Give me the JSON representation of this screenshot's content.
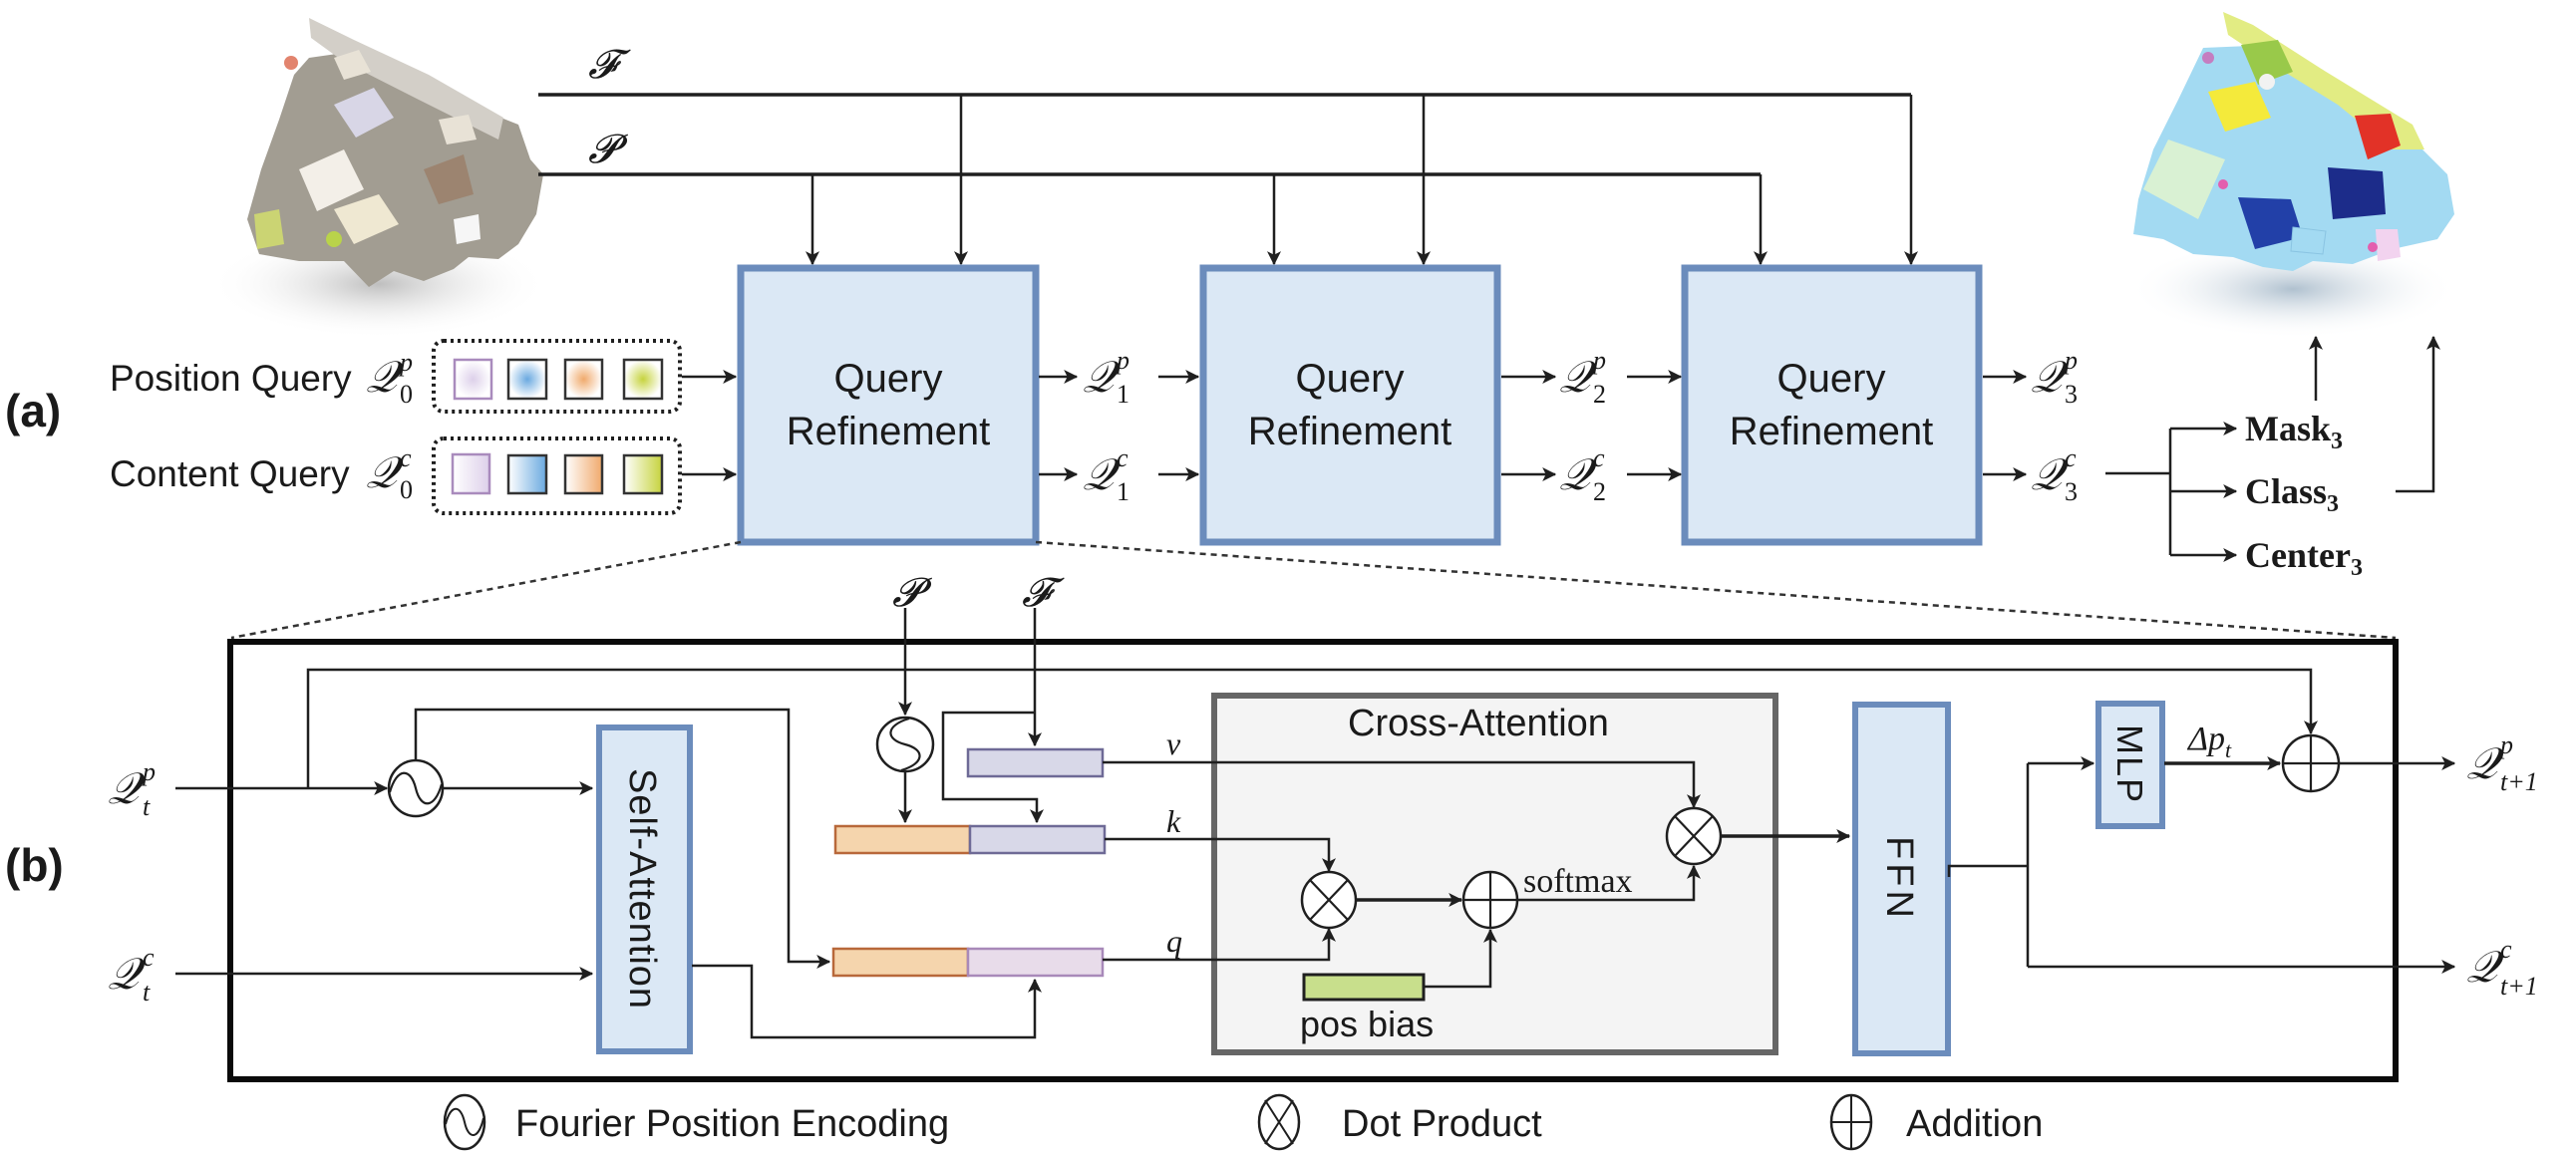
{
  "panels": {
    "a": {
      "label": "(a)"
    },
    "b": {
      "label": "(b)"
    }
  },
  "inputs": {
    "features": "𝓕",
    "points": "𝓟"
  },
  "queries": {
    "position": {
      "label": "Position Query",
      "symbol": "𝒬",
      "sup": "p",
      "sub": "0",
      "colors": [
        "#e6dcef",
        "#7fb3e3",
        "#f2b27a",
        "#c9d54a"
      ],
      "first_border": "#a98bbd"
    },
    "content": {
      "label": "Content Query",
      "symbol": "𝒬",
      "sup": "c",
      "sub": "0",
      "colors": [
        "#e6dcef",
        "#7fb3e3",
        "#f2b27a",
        "#c9d54a"
      ],
      "first_border": "#a98bbd"
    }
  },
  "refinement_blocks": [
    {
      "line1": "Query",
      "line2": "Refinement",
      "out_p": {
        "sym": "𝒬",
        "sup": "p",
        "sub": "1"
      },
      "out_c": {
        "sym": "𝒬",
        "sup": "c",
        "sub": "1"
      }
    },
    {
      "line1": "Query",
      "line2": "Refinement",
      "out_p": {
        "sym": "𝒬",
        "sup": "p",
        "sub": "2"
      },
      "out_c": {
        "sym": "𝒬",
        "sup": "c",
        "sub": "2"
      }
    },
    {
      "line1": "Query",
      "line2": "Refinement",
      "out_p": {
        "sym": "𝒬",
        "sup": "p",
        "sub": "3"
      },
      "out_c": {
        "sym": "𝒬",
        "sup": "c",
        "sub": "3"
      }
    }
  ],
  "outputs": [
    {
      "name": "Mask",
      "sub": "3"
    },
    {
      "name": "Class",
      "sub": "3"
    },
    {
      "name": "Center",
      "sub": "3"
    }
  ],
  "detail": {
    "input_p": {
      "sym": "𝒬",
      "sup": "p",
      "sub": "t"
    },
    "input_c": {
      "sym": "𝒬",
      "sup": "c",
      "sub": "t"
    },
    "self_attention": "Self-Attention",
    "cross_attention": "Cross-Attention",
    "ffn": "FFN",
    "mlp": "MLP",
    "v_label": "v",
    "k_label": "k",
    "q_label": "q",
    "softmax": "softmax",
    "pos_bias": "pos bias",
    "delta": "Δp",
    "delta_sub": "t",
    "output_p": {
      "sym": "𝒬",
      "sup": "p",
      "sub": "t+1"
    },
    "output_c": {
      "sym": "𝒬",
      "sup": "c",
      "sub": "t+1"
    },
    "p_input": "𝓟",
    "f_input": "𝓕"
  },
  "legend": [
    {
      "icon": "fourier-icon",
      "label": "Fourier Position Encoding"
    },
    {
      "icon": "dot-product-icon",
      "label": "Dot Product"
    },
    {
      "icon": "addition-icon",
      "label": "Addition"
    }
  ],
  "colors": {
    "block_fill": "#dbe8f5",
    "block_border": "#6b8cbc",
    "pos_feature_fill": "#f5d5ad",
    "pos_feature_border": "#b8683a",
    "kv_fill": "#d8d8e8",
    "kv_border": "#6e6a96",
    "q_content_fill": "#e8dcea",
    "q_content_border": "#a889b9",
    "pos_bias_fill": "#c8df8c",
    "cross_attn_fill": "#f4f4f4",
    "cross_attn_border": "#666666"
  }
}
